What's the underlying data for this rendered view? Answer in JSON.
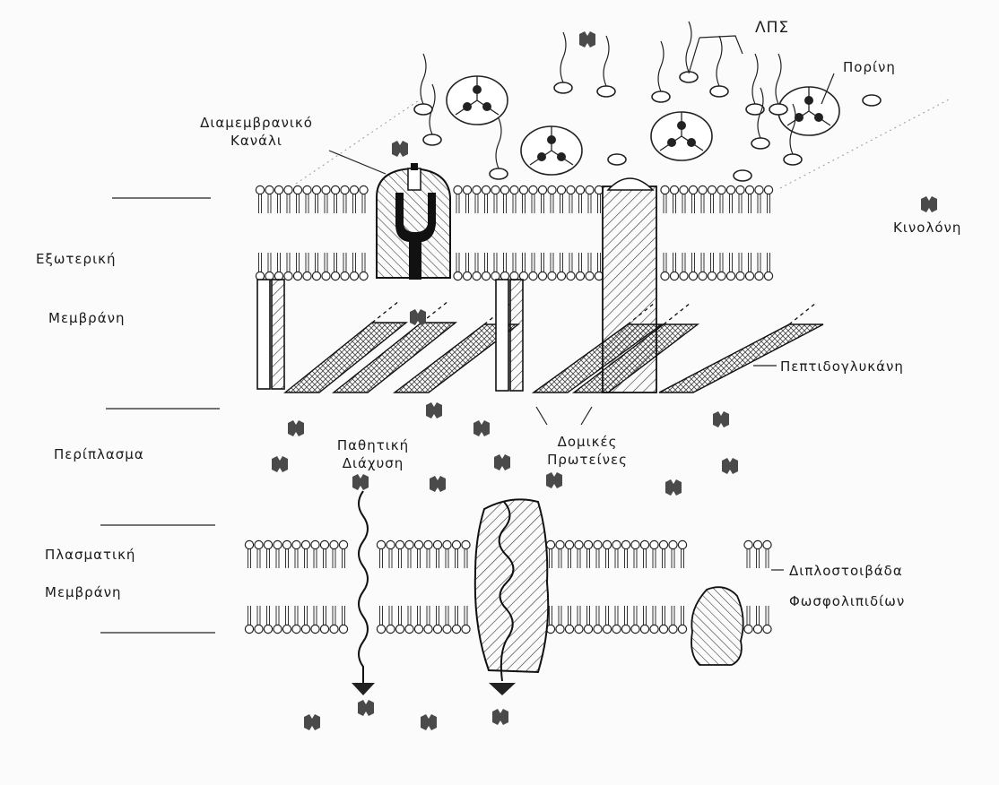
{
  "labels": {
    "lps": "ΛΠΣ",
    "porin": "Πορίνη",
    "channel_line1": "Διαμεμβρανικό",
    "channel_line2": "Κανάλι",
    "quinolone": "Κινολόνη",
    "outer_membrane_line1": "Εξωτερική",
    "outer_membrane_line2": "Μεμβράνη",
    "peptidoglycan": "Πεπτιδογλυκάνη",
    "periplasm": "Περίπλασμα",
    "passive_line1": "Παθητική",
    "passive_line2": "Διάχυση",
    "structural_line1": "Δομικές",
    "structural_line2": "Πρωτείνες",
    "plasma_membrane_line1": "Πλασματική",
    "plasma_membrane_line2": "Μεμβράνη",
    "bilayer_line1": "Διπλοστοιβάδα",
    "bilayer_line2": "Φωσφολιπιδίων"
  },
  "colors": {
    "ink": "#1a1a1a",
    "background": "#fbfbfb",
    "quinolone": "#4a4a4a"
  }
}
